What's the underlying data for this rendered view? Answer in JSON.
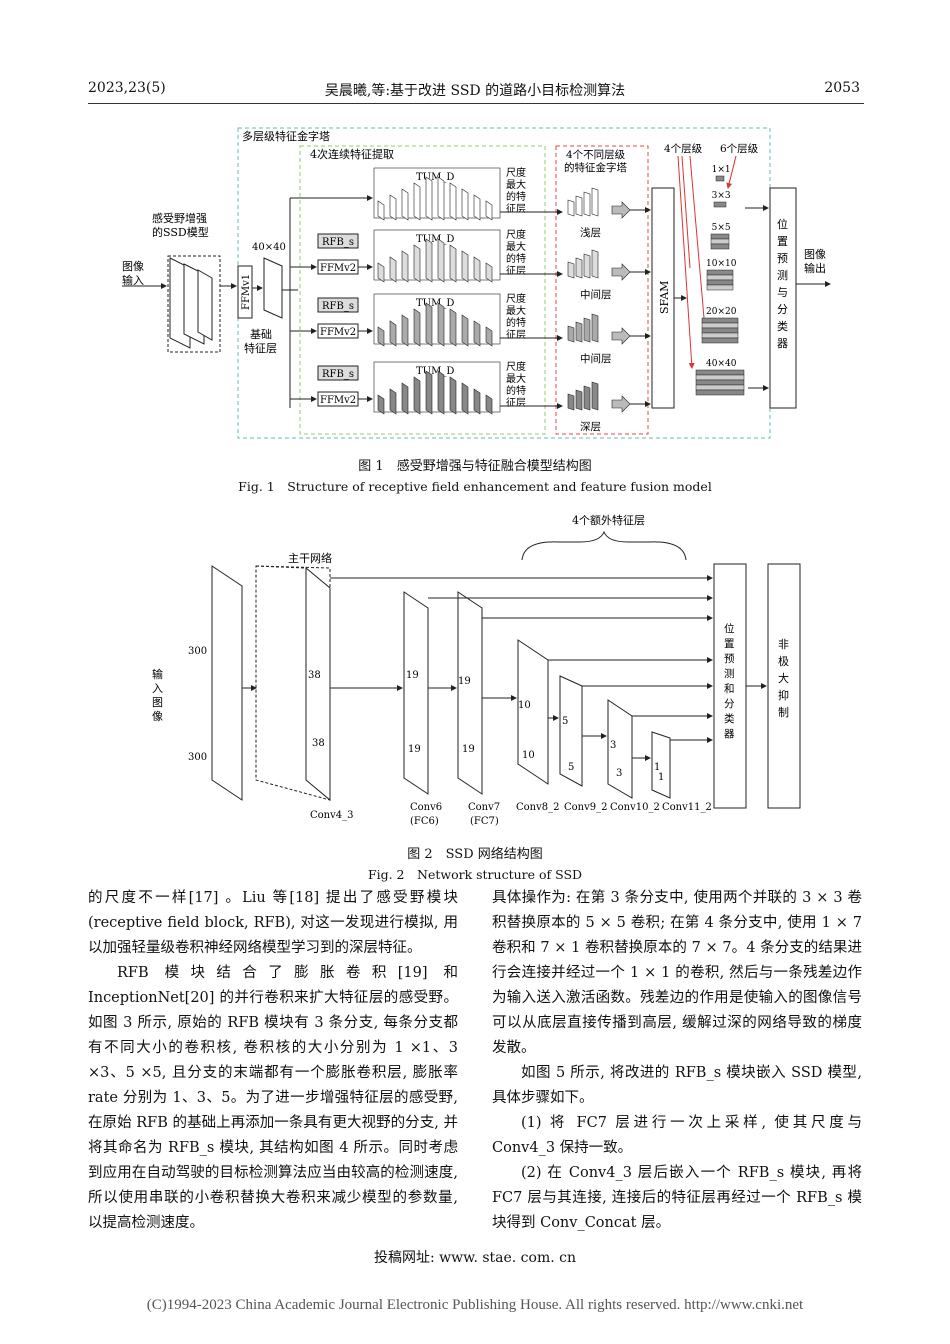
{
  "header": {
    "left": "2023,23(5)",
    "center": "吴晨曦,等:基于改进 SSD 的道路小目标检测算法",
    "right": "2053"
  },
  "fig1": {
    "outer_label": "多层级特征金字塔",
    "tum_group_label": "4次连续特征提取",
    "pyramid_group_label": "4个不同层级的特征金字塔",
    "tum": "TUM_D",
    "rfb": "RFB_s",
    "ffmv2": "FFMv2",
    "ffmv1": "FFMv1",
    "scale_max": [
      "尺度",
      "最大",
      "的特",
      "征层"
    ],
    "layers": [
      "浅层",
      "中间层",
      "中间层",
      "深层"
    ],
    "input": [
      "图像",
      "输入"
    ],
    "ssd_label": [
      "感受野增强",
      "的SSD模型"
    ],
    "size_40": "40×40",
    "base": [
      "基础",
      "特征层"
    ],
    "sfam": "SFAM",
    "four_levels": "4个层级",
    "six_levels": "6个层级",
    "scales": [
      "1×1",
      "3×3",
      "5×5",
      "10×10",
      "20×20",
      "40×40"
    ],
    "classifier": [
      "位",
      "置",
      "预",
      "测",
      "与",
      "分",
      "类",
      "器"
    ],
    "output": [
      "图像",
      "输出"
    ],
    "caption_cn": "图 1　感受野增强与特征融合模型结构图",
    "caption_en": "Fig. 1　Structure of receptive field enhancement and feature fusion model"
  },
  "fig2": {
    "extra_label": "4个额外特征层",
    "backbone_label": "主干网络",
    "input": [
      "输",
      "入",
      "图",
      "像"
    ],
    "size_300a": "300",
    "size_300b": "300",
    "n38a": "38",
    "n38b": "38",
    "n19a": "19",
    "n19b": "19",
    "n19c": "19",
    "n19d": "19",
    "n10a": "10",
    "n10b": "10",
    "n5a": "5",
    "n5b": "5",
    "n3a": "3",
    "n3b": "3",
    "n1a": "1",
    "n1b": "1",
    "labels": {
      "conv4_3": "Conv4_3",
      "conv6": "Conv6",
      "fc6": "(FC6)",
      "conv7": "Conv7",
      "fc7": "(FC7)",
      "conv8": "Conv8_2",
      "conv9": "Conv9_2",
      "conv10": "Conv10_2",
      "conv11": "Conv11_2"
    },
    "classifier": [
      "位",
      "置",
      "预",
      "测",
      "和",
      "分",
      "类",
      "器"
    ],
    "nms": [
      "非",
      "极",
      "大",
      "抑",
      "制"
    ],
    "caption_cn": "图 2　SSD 网络结构图",
    "caption_en": "Fig. 2　Network structure of SSD"
  },
  "left_paragraphs": [
    "的尺度不一样[17] 。Liu 等[18] 提出了感受野模块(receptive field block, RFB), 对这一发现进行模拟, 用以加强轻量级卷积神经网络模型学习到的深层特征。",
    "RFB 模块结合了膨胀卷积[19] 和 InceptionNet[20] 的并行卷积来扩大特征层的感受野。如图 3 所示, 原始的 RFB 模块有 3 条分支, 每条分支都有不同大小的卷积核, 卷积核的大小分别为 1 ×1、3 ×3、5 ×5, 且分支的末端都有一个膨胀卷积层, 膨胀率 rate 分别为 1、3、5。为了进一步增强特征层的感受野, 在原始 RFB 的基础上再添加一条具有更大视野的分支, 并将其命名为 RFB_s 模块, 其结构如图 4 所示。同时考虑到应用在自动驾驶的目标检测算法应当由较高的检测速度, 所以使用串联的小卷积替换大卷积来减少模型的参数量, 以提高检测速度。"
  ],
  "right_paragraphs": [
    "具体操作为: 在第 3 条分支中, 使用两个并联的 3 × 3 卷积替换原本的 5 × 5 卷积; 在第 4 条分支中, 使用 1 × 7 卷积和 7 × 1 卷积替换原本的 7 × 7。4 条分支的结果进行会连接并经过一个 1 × 1 的卷积, 然后与一条残差边作为输入送入激活函数。残差边的作用是使输入的图像信号可以从底层直接传播到高层, 缓解过深的网络导致的梯度发散。",
    "如图 5 所示, 将改进的 RFB_s 模块嵌入 SSD 模型, 具体步骤如下。",
    "(1) 将 FC7 层进行一次上采样, 使其尺度与 Conv4_3 保持一致。",
    "(2) 在 Conv4_3 层后嵌入一个 RFB_s 模块, 再将 FC7 层与其连接, 连接后的特征层再经过一个 RFB_s 模块得到 Conv_Concat 层。"
  ],
  "footer": "投稿网址: www. stae. com. cn",
  "copyright": "(C)1994-2023 China Academic Journal Electronic Publishing House. All rights reserved.    http://www.cnki.net"
}
